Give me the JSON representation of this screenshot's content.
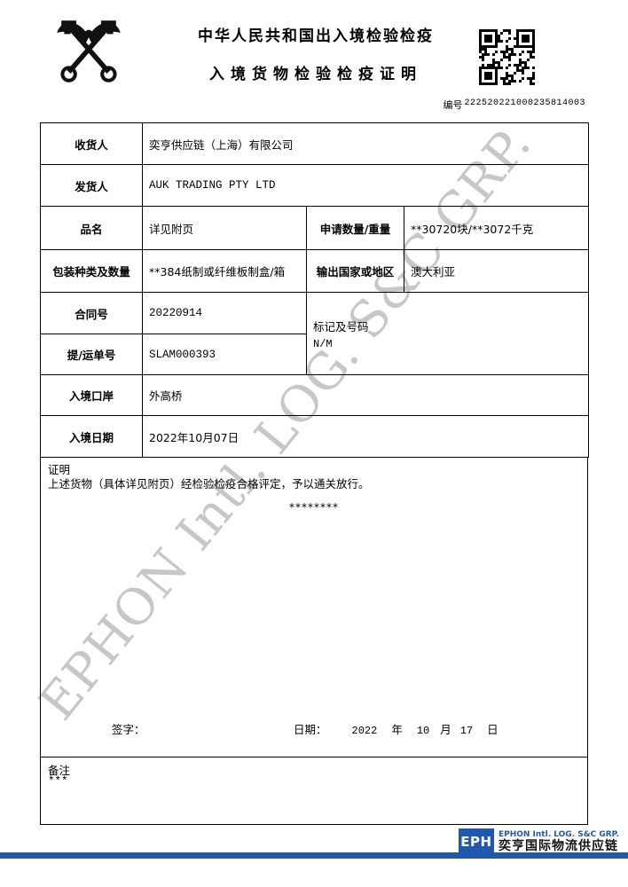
{
  "colors": {
    "accent_blue": "#2158ab"
  },
  "header": {
    "title_line1": "中华人民共和国出入境检验检疫",
    "title_line2": "入境货物检验检疫证明",
    "serial_label": "编号",
    "serial_number": "222520221000235814003"
  },
  "table": {
    "consignee_label": "收货人",
    "consignee_value": "奕亨供应链（上海）有限公司",
    "shipper_label": "发货人",
    "shipper_value": "AUK TRADING PTY LTD",
    "product_label": "品名",
    "product_value": "详见附页",
    "quantity_label": "申请数量/重量",
    "quantity_value": "**30720块/**3072千克",
    "package_label": "包装种类及数量",
    "package_value": "**384纸制或纤维板制盒/箱",
    "origin_label": "输出国家或地区",
    "origin_value": "澳大利亚",
    "contract_label": "合同号",
    "contract_value": "20220914",
    "marks_label": "标记及号码",
    "marks_value": "N/M",
    "bl_label": "提/运单号",
    "bl_value": "SLAM000393",
    "port_label": "入境口岸",
    "port_value": "外高桥",
    "entry_date_label": "入境日期",
    "entry_date_value": "2022年10月07日"
  },
  "certificate": {
    "label": "证明",
    "statement": "上述货物（具体详见附页）经检验检疫合格评定，予以通关放行。",
    "stars": "********",
    "signature_label": "签字：",
    "date_label": "日期：",
    "date_year": "2022",
    "year_unit": "年",
    "date_month": "10",
    "month_unit": "月",
    "date_day": "17",
    "day_unit": "日"
  },
  "remarks": {
    "label": "备注",
    "value": "***"
  },
  "watermark": {
    "text": "EPHON Intl. LOG. S&C GRP."
  },
  "footer": {
    "logo_text": "EPH",
    "company_en": "EPHON Intl. LOG. S&C GRP.",
    "company_cn": "奕亨国际物流供应链"
  }
}
